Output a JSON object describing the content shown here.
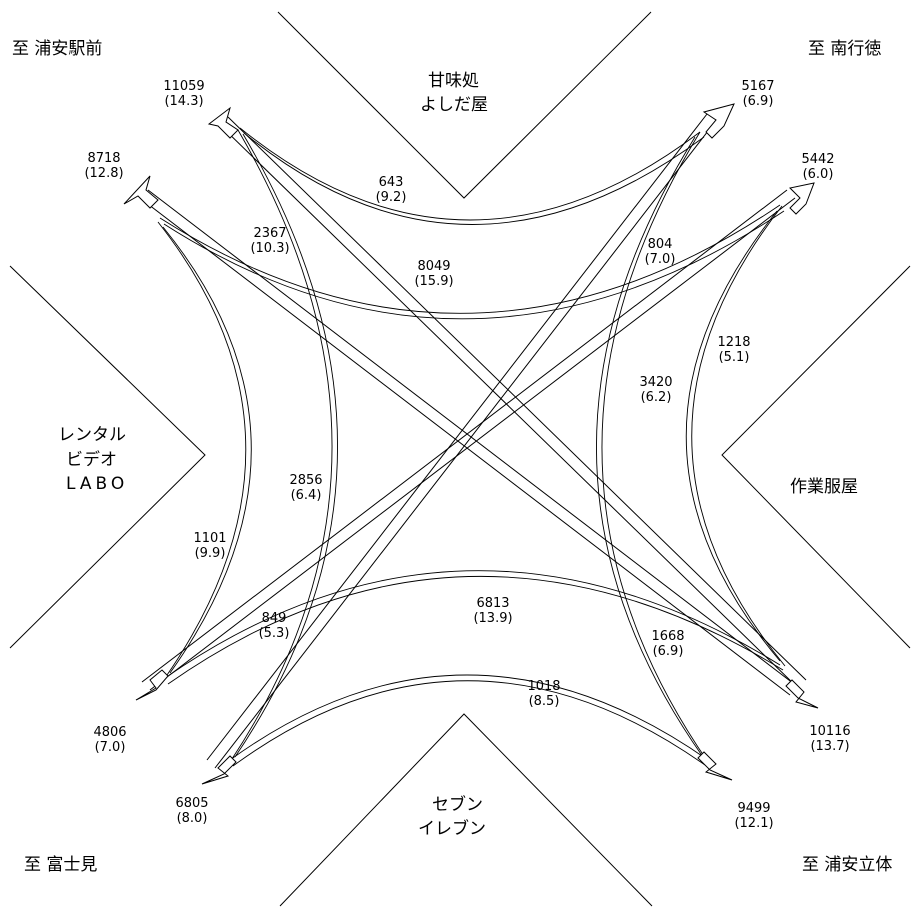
{
  "destinations": {
    "top_left": "至 浦安駅前",
    "top_right": "至 南行徳",
    "bottom_left": "至 富士見",
    "bottom_right": "至 浦安立体"
  },
  "landmarks": {
    "top": [
      "甘味処",
      "よしだ屋"
    ],
    "left": [
      "レンタル",
      "ビデオ",
      "LABO"
    ],
    "right": [
      "作業服屋"
    ],
    "bottom": [
      "セブン",
      "イレブン"
    ]
  },
  "approach_volumes": [
    {
      "id": "a11059",
      "count": "11059",
      "pct": "(14.3)"
    },
    {
      "id": "a8718",
      "count": "8718",
      "pct": "(12.8)"
    },
    {
      "id": "a5167",
      "count": "5167",
      "pct": "(6.9)"
    },
    {
      "id": "a5442",
      "count": "5442",
      "pct": "(6.0)"
    },
    {
      "id": "a4806",
      "count": "4806",
      "pct": "(7.0)"
    },
    {
      "id": "a6805",
      "count": "6805",
      "pct": "(8.0)"
    },
    {
      "id": "a10116",
      "count": "10116",
      "pct": "(13.7)"
    },
    {
      "id": "a9499",
      "count": "9499",
      "pct": "(12.1)"
    }
  ],
  "movement_volumes": [
    {
      "id": "m643",
      "count": "643",
      "pct": "(9.2)"
    },
    {
      "id": "m2367",
      "count": "2367",
      "pct": "(10.3)"
    },
    {
      "id": "m8049",
      "count": "8049",
      "pct": "(15.9)"
    },
    {
      "id": "m804",
      "count": "804",
      "pct": "(7.0)"
    },
    {
      "id": "m1218",
      "count": "1218",
      "pct": "(5.1)"
    },
    {
      "id": "m3420",
      "count": "3420",
      "pct": "(6.2)"
    },
    {
      "id": "m2856",
      "count": "2856",
      "pct": "(6.4)"
    },
    {
      "id": "m1101",
      "count": "1101",
      "pct": "(9.9)"
    },
    {
      "id": "m849",
      "count": "849",
      "pct": "(5.3)"
    },
    {
      "id": "m6813",
      "count": "6813",
      "pct": "(13.9)"
    },
    {
      "id": "m1668",
      "count": "1668",
      "pct": "(6.9)"
    },
    {
      "id": "m1018",
      "count": "1018",
      "pct": "(8.5)"
    }
  ]
}
